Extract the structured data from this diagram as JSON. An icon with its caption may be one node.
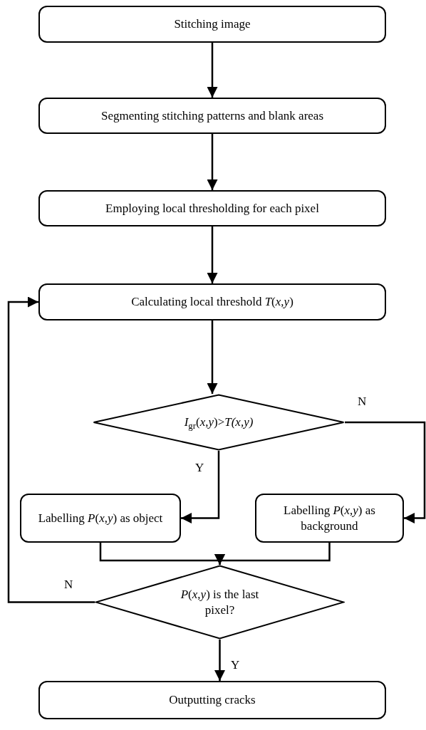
{
  "diagram": {
    "nodes": [
      {
        "text": [
          "Stitching image"
        ]
      },
      {
        "text": [
          "Segmenting stitching patterns and blank areas"
        ]
      },
      {
        "text": [
          "Employing local thresholding for each pixel"
        ]
      },
      {
        "text": [
          "Calculating local threshold *T*(*x*,*y*)"
        ]
      },
      {
        "text": [
          "*I*$_{gr}$(*x*,*y*)>*T(x,y)*"
        ]
      },
      {
        "text": [
          "Labelling *P*(*x*,*y*) as object"
        ]
      },
      {
        "text": [
          "Labelling *P*(*x*,*y*) as background"
        ]
      },
      {
        "text": [
          "*P*(*x*,*y*) is the last pixel?"
        ]
      },
      {
        "text": [
          "Outputting cracks"
        ]
      }
    ],
    "edges": [
      {
        "from": 0,
        "to": 1,
        "arrow": "to"
      },
      {
        "from": 1,
        "to": 2,
        "arrow": "to"
      },
      {
        "from": 2,
        "to": 3,
        "arrow": "to"
      },
      {
        "from": 3,
        "to": 4,
        "arrow": "to"
      },
      {
        "from": 4,
        "to": 5,
        "arrow": "to",
        "label": "Y"
      },
      {
        "from": 4,
        "to": 6,
        "arrow": "to",
        "label": "N"
      },
      {
        "from": 5,
        "to": 7,
        "arrow": "to"
      },
      {
        "from": 6,
        "to": 7,
        "arrow": "to"
      },
      {
        "from": 7,
        "to": 3,
        "arrow": "to",
        "label": "N"
      },
      {
        "from": 7,
        "to": 8,
        "arrow": "to",
        "label": "Y"
      }
    ]
  }
}
